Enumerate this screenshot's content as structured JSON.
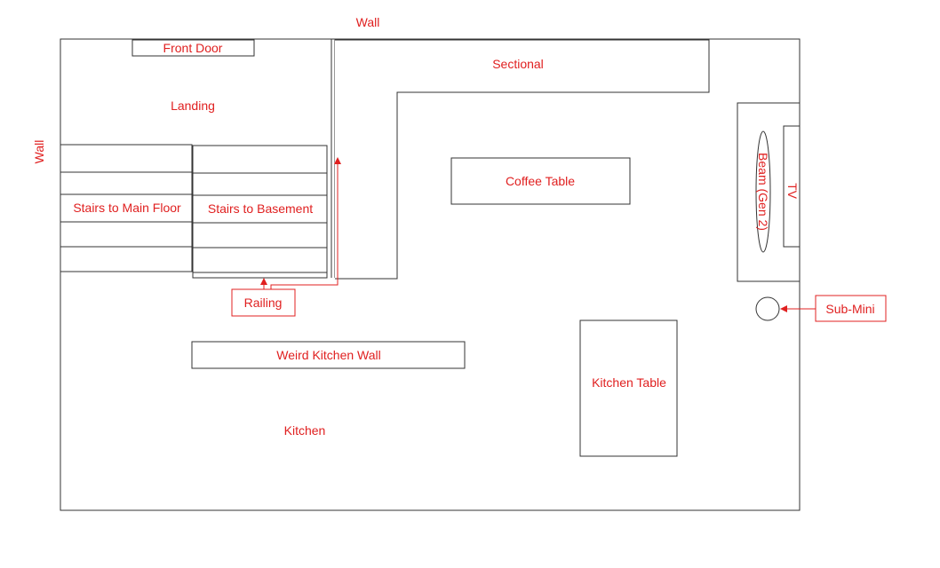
{
  "labels": {
    "wall_top": "Wall",
    "wall_left": "Wall",
    "front_door": "Front Door",
    "landing": "Landing",
    "sectional": "Sectional",
    "stairs_main": "Stairs to Main Floor",
    "stairs_basement": "Stairs to Basement",
    "coffee_table": "Coffee Table",
    "beam": "Beam (Gen 2)",
    "tv": "TV",
    "railing": "Railing",
    "sub_mini": "Sub-Mini",
    "weird_kitchen_wall": "Weird Kitchen Wall",
    "kitchen_table": "Kitchen Table",
    "kitchen": "Kitchen"
  },
  "colors": {
    "label": "#e02020",
    "outline": "#333333",
    "background": "#ffffff"
  }
}
